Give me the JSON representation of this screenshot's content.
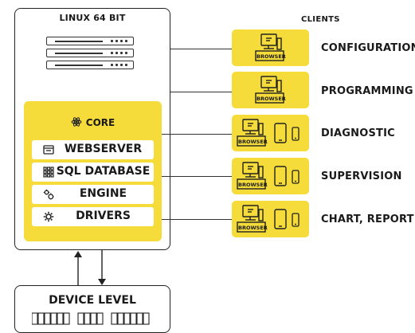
{
  "linux": {
    "title": "LINUX 64 BIT"
  },
  "core": {
    "title": "CORE",
    "components": [
      {
        "label": "WEBSERVER",
        "icon": "browser-window-icon"
      },
      {
        "label": "SQL DATABASE",
        "icon": "database-grid-icon"
      },
      {
        "label": "ENGINE",
        "icon": "gears-icon"
      },
      {
        "label": "DRIVERS",
        "icon": "gear-icon"
      }
    ]
  },
  "clients": {
    "title": "CLIENTS",
    "items": [
      {
        "label": "CONFIGURATION",
        "browser_label": "BROWSER",
        "devices": "desktop"
      },
      {
        "label": "PROGRAMMING",
        "browser_label": "BROWSER",
        "devices": "desktop"
      },
      {
        "label": "DIAGNOSTIC",
        "browser_label": "BROWSER",
        "devices": "desktop-tablet-phone"
      },
      {
        "label": "SUPERVISION",
        "browser_label": "BROWSER",
        "devices": "desktop-tablet-phone"
      },
      {
        "label": "CHART, REPORT",
        "browser_label": "BROWSER",
        "devices": "desktop-tablet-phone"
      }
    ]
  },
  "device_level": {
    "title": "DEVICE LEVEL"
  },
  "colors": {
    "accent": "#f5dc3a",
    "stroke": "#222222",
    "background": "#ffffff"
  }
}
